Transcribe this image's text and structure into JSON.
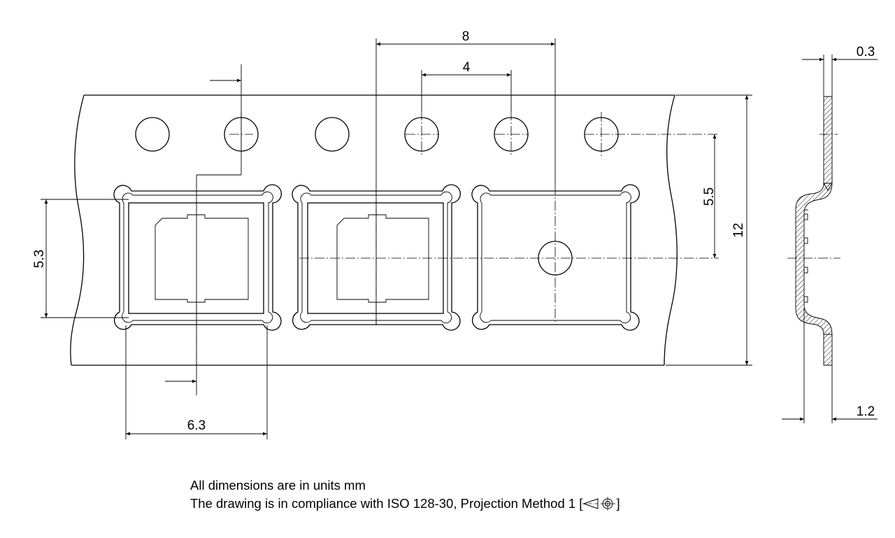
{
  "dimensions": {
    "pitch_sprocket_holes": "8",
    "pitch_pockets": "4",
    "tape_width": "12",
    "hole_to_pocket_center": "5.5",
    "pocket_length": "5.3",
    "pocket_width": "6.3",
    "tape_thickness": "0.3",
    "pocket_depth": "1.2"
  },
  "notes": {
    "units": "All dimensions are in units mm",
    "iso_prefix": "The drawing is in compliance with ISO 128-30, Projection Method 1 [",
    "iso_suffix": "]"
  },
  "icons": {
    "projection_symbol": "first-angle-projection-icon"
  }
}
